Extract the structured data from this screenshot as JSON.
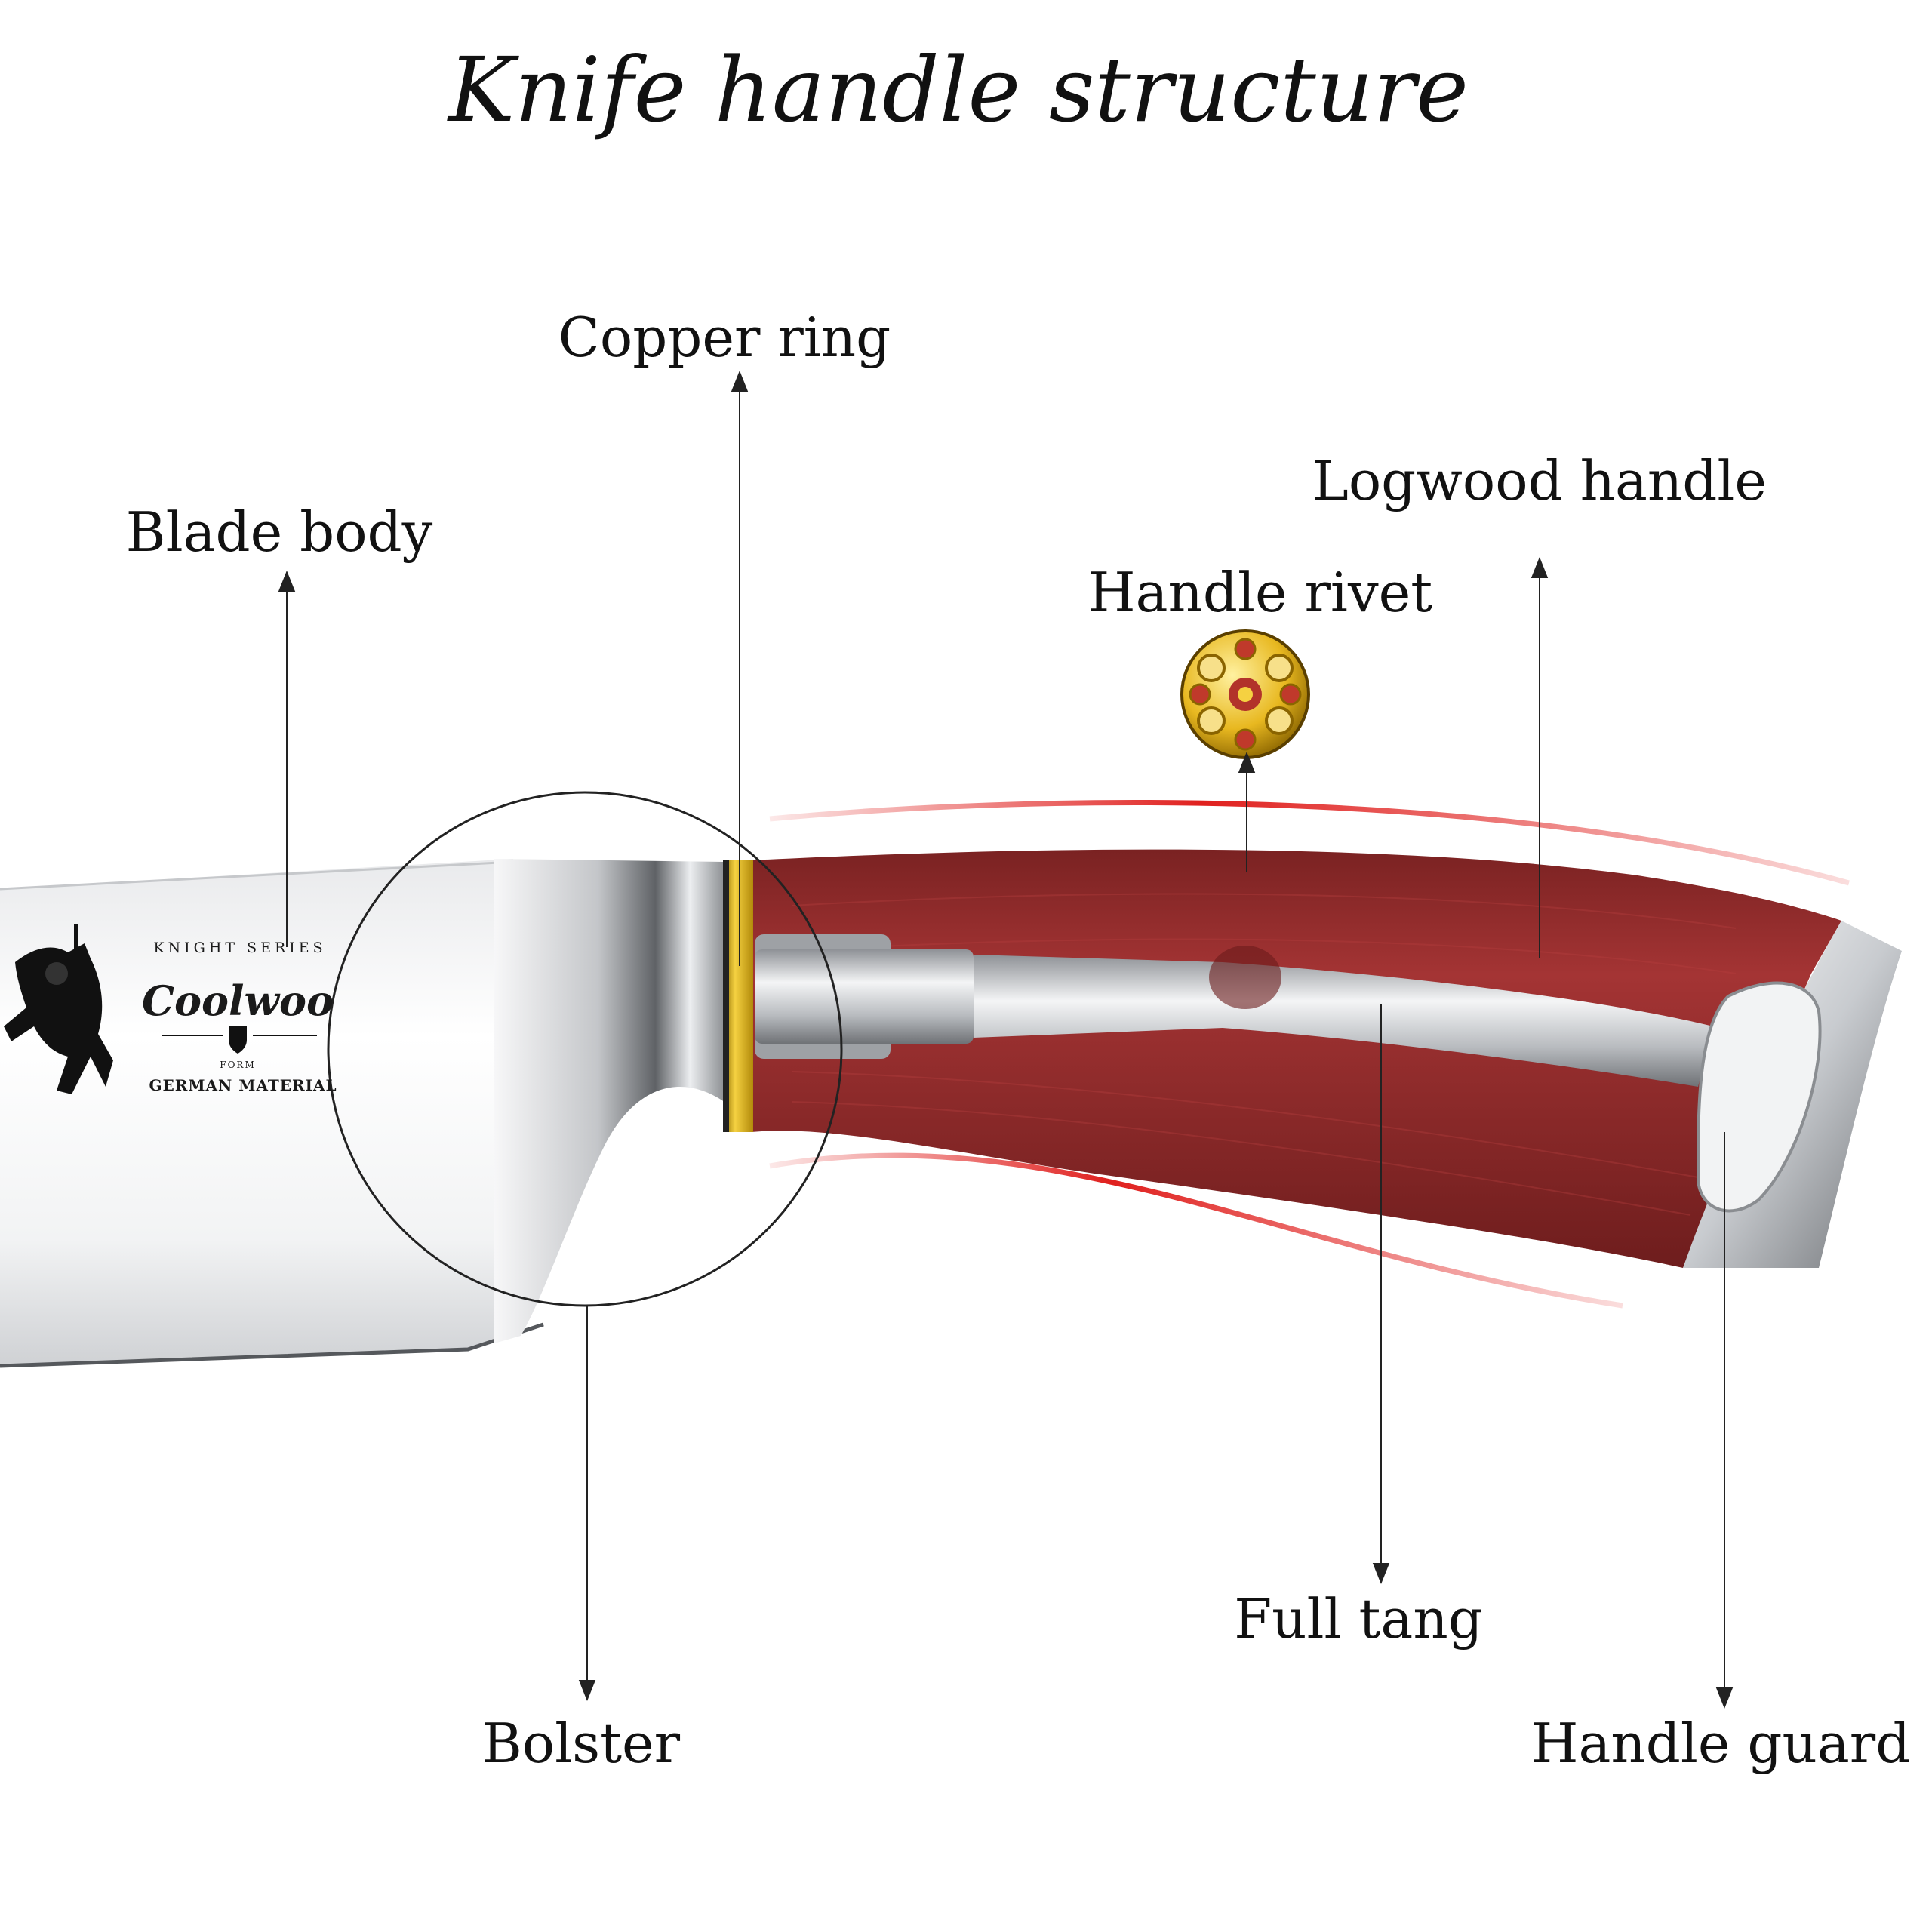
{
  "title": "Knife handle structure",
  "labels": {
    "copper_ring": "Copper ring",
    "blade_body": "Blade body",
    "logwood_handle": "Logwood handle",
    "handle_rivet": "Handle rivet",
    "full_tang": "Full tang",
    "bolster": "Bolster",
    "handle_guard": "Handle guard"
  },
  "logo": {
    "brand": "Coolwoo",
    "series": "KNIGHT SERIES",
    "material": "GERMAN MATERIAL",
    "mark": "FORM"
  },
  "colors": {
    "handle_wood": "#8e2a2a",
    "copper_ring": "#d4a514",
    "speed_lines": "#e0201e",
    "steel": "#c9ccd0"
  }
}
